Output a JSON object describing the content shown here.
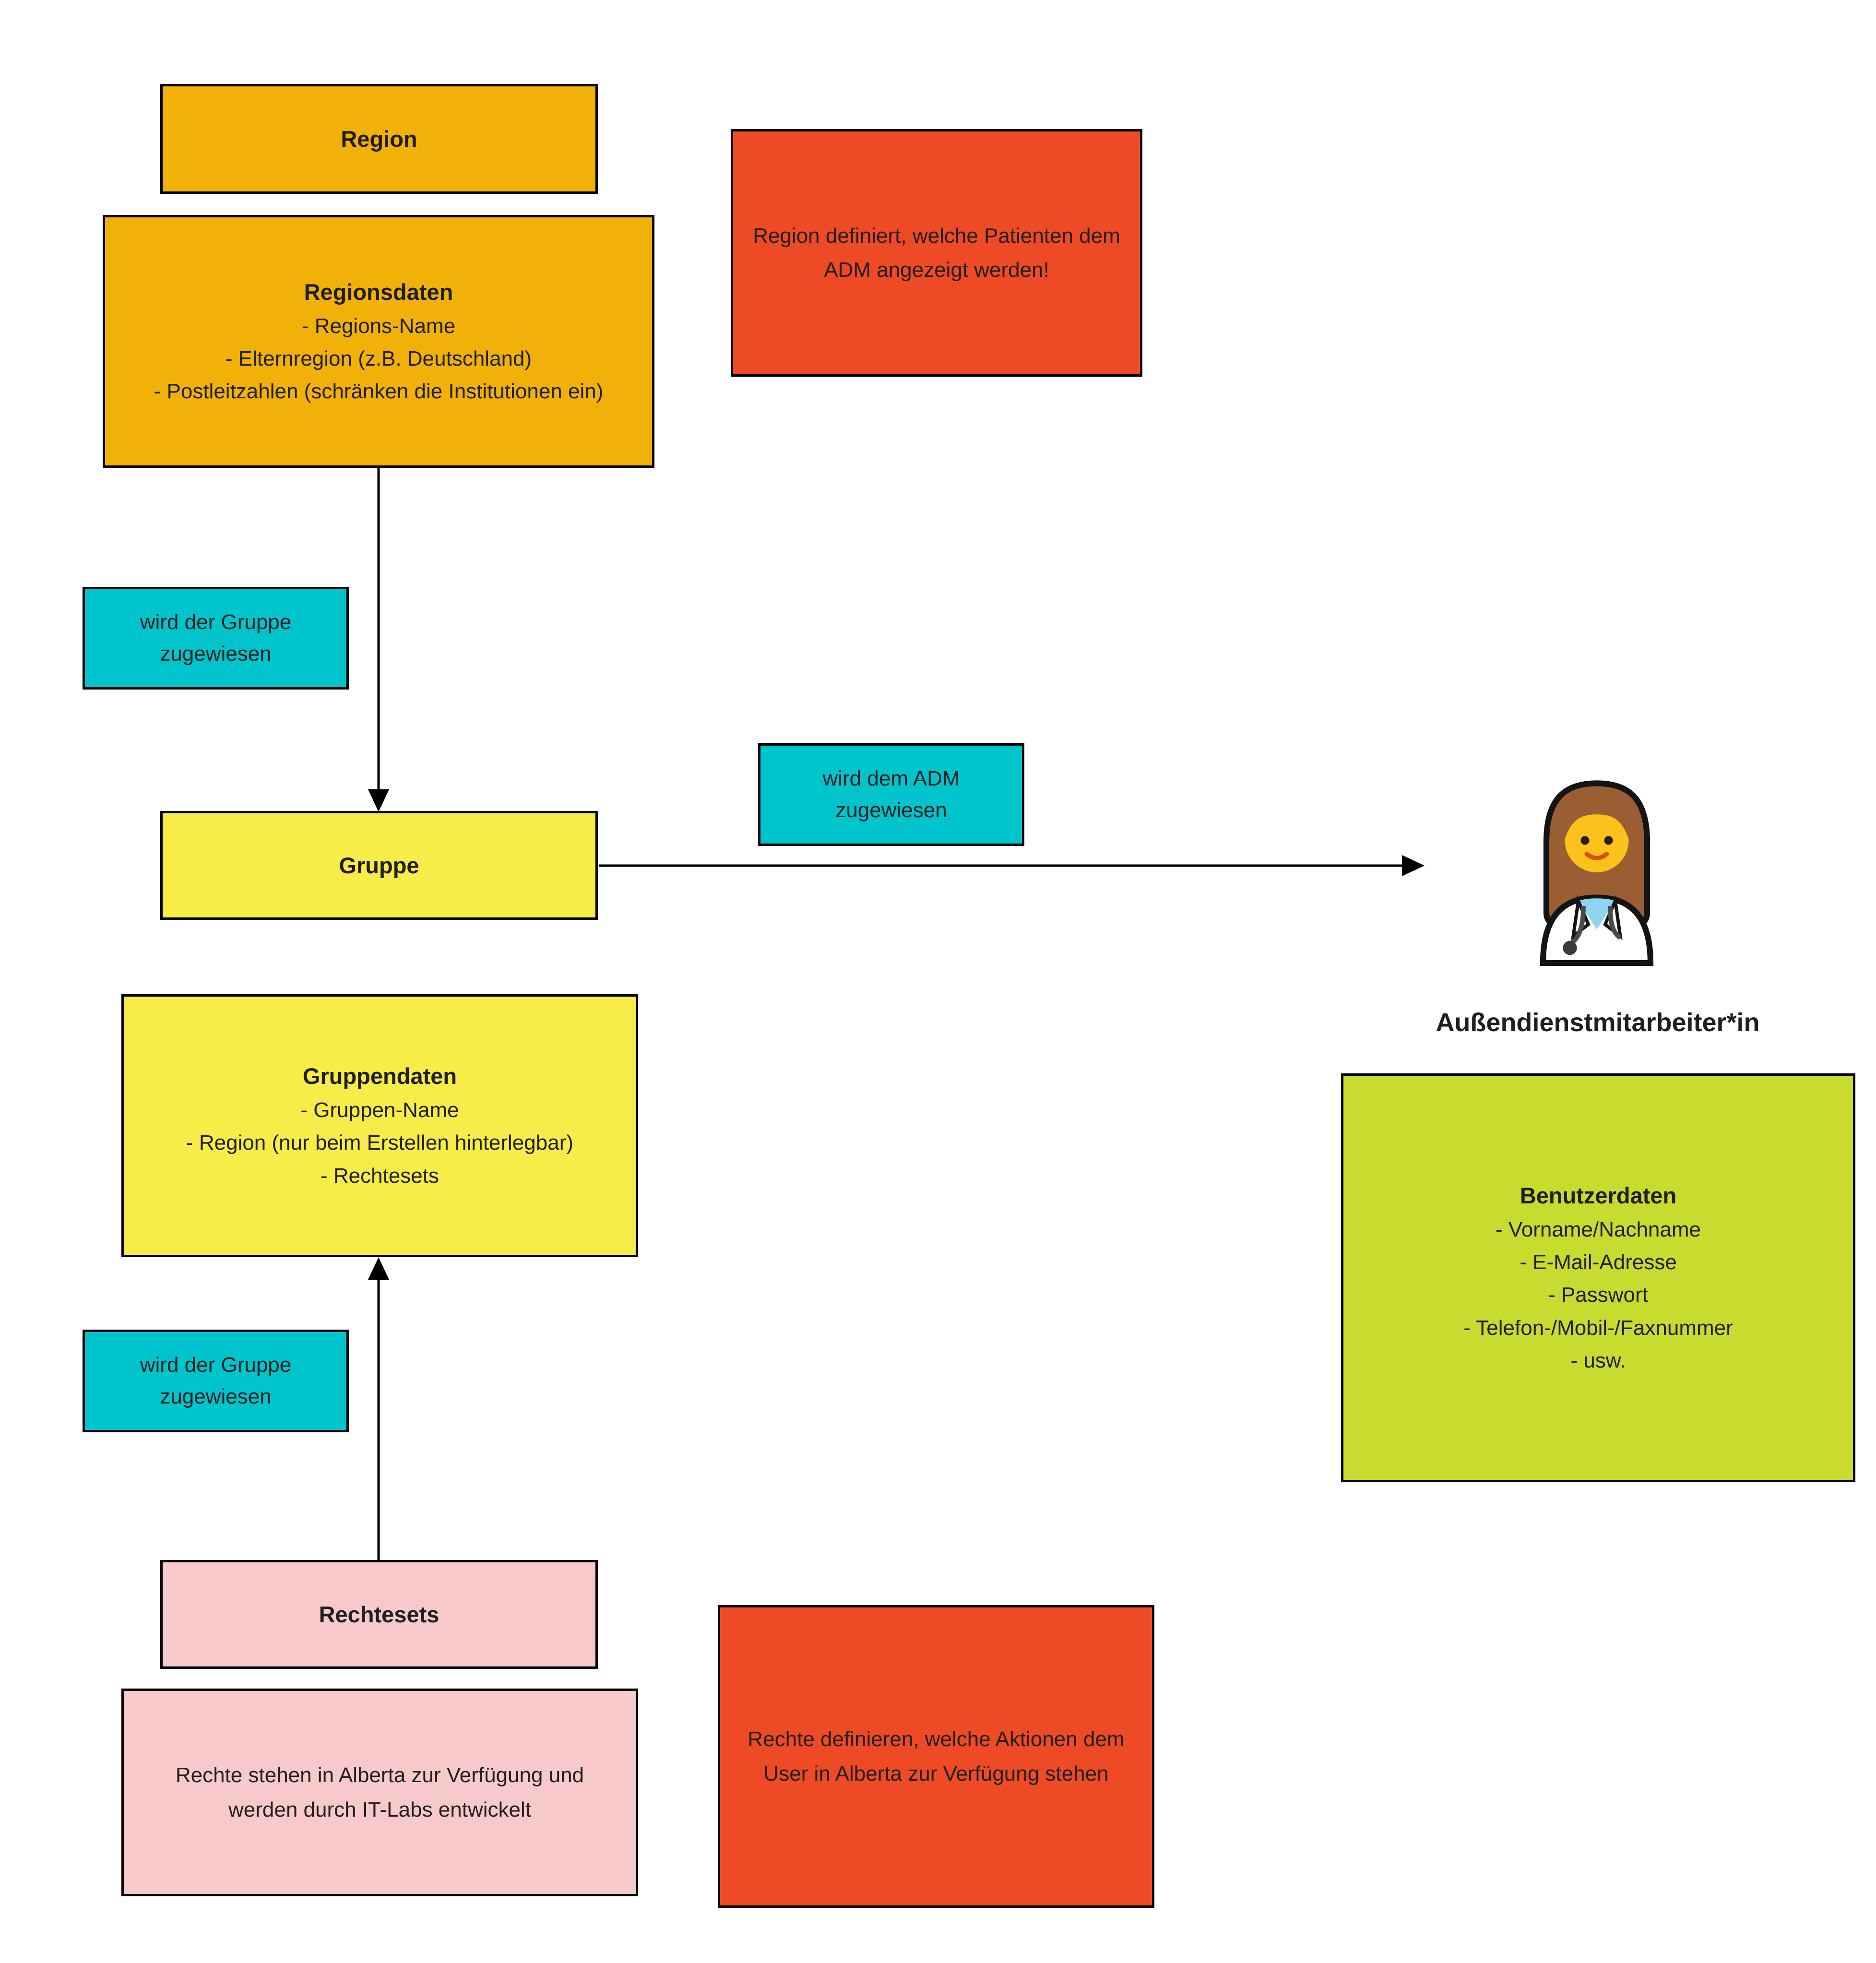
{
  "diagram": {
    "nodes": {
      "region": {
        "label": "Region"
      },
      "regionsdaten": {
        "title": "Regionsdaten",
        "lines": [
          "- Regions-Name",
          "- Elternregion (z.B. Deutschland)",
          "- Postleitzahlen (schränken die Institutionen ein)"
        ]
      },
      "gruppe": {
        "label": "Gruppe"
      },
      "gruppendaten": {
        "title": "Gruppendaten",
        "lines": [
          "- Gruppen-Name",
          "- Region (nur beim Erstellen hinterlegbar)",
          "- Rechtesets"
        ]
      },
      "rechtesets": {
        "label": "Rechtesets"
      },
      "benutzerdaten": {
        "title": "Benutzerdaten",
        "lines": [
          "- Vorname/Nachname",
          "- E-Mail-Adresse",
          "- Passwort",
          "- Telefon-/Mobil-/Faxnummer",
          "- usw."
        ]
      },
      "adm": {
        "label": "Außendienstmitarbeiter*in",
        "icon": "woman-health-worker-emoji"
      }
    },
    "edges": {
      "region_to_gruppe": {
        "label": "wird der Gruppe zugewiesen"
      },
      "gruppe_to_adm": {
        "label": "wird dem ADM zugewiesen"
      },
      "rechtesets_to_gruppe": {
        "label": "wird der Gruppe zugewiesen"
      }
    },
    "notes": {
      "region_note": "Region definiert, welche Patienten dem ADM angezeigt werden!",
      "rechte_alberta_note": "Rechte stehen in Alberta zur Verfügung und werden durch IT-Labs entwickelt",
      "rechte_definieren_note": "Rechte definieren, welche Aktionen dem User in Alberta zur Verfügung stehen"
    },
    "colors": {
      "gold": "#F2B109",
      "yellow": "#F7EC48",
      "cyan": "#00C4CC",
      "red": "#EE4A25",
      "pink": "#F8C9CB",
      "green": "#C9DB2F",
      "text": "#1F1F1F",
      "border": "#000000",
      "bg": "#FFFFFF"
    }
  }
}
